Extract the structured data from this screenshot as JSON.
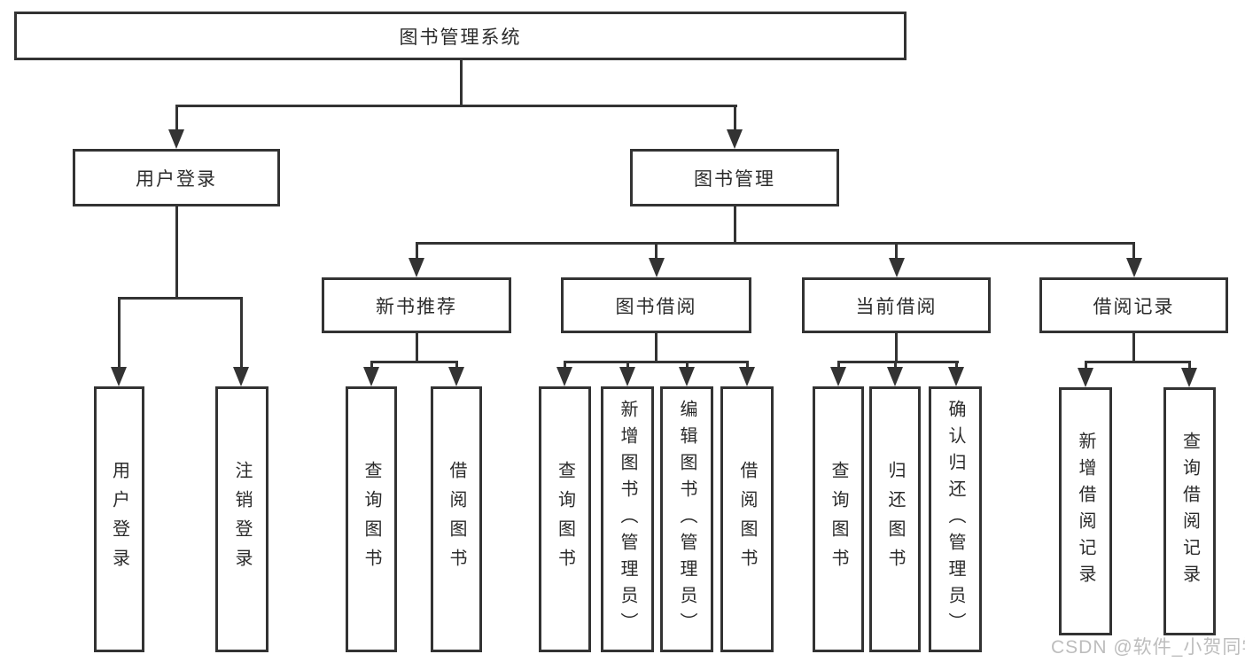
{
  "tree": {
    "root": {
      "label": "图书管理系统"
    },
    "user_login": {
      "label": "用户登录",
      "children": [
        "用户登录",
        "注销登录"
      ]
    },
    "book_mgmt": {
      "label": "图书管理"
    },
    "new_books": {
      "label": "新书推荐",
      "children": [
        "查询图书",
        "借阅图书"
      ]
    },
    "book_borrow": {
      "label": "图书借阅",
      "children": [
        "查询图书",
        "新增图书（管理员）",
        "编辑图书（管理员）",
        "借阅图书"
      ]
    },
    "current_borrow": {
      "label": "当前借阅",
      "children": [
        "查询图书",
        "归还图书",
        "确认归还（管理员）"
      ]
    },
    "borrow_records": {
      "label": "借阅记录",
      "children": [
        "新增借阅记录",
        "查询借阅记录"
      ]
    }
  },
  "watermark": {
    "text": "CSDN @软件_小贺同学"
  },
  "colors": {
    "line": "#333333",
    "text": "#2b2b2b",
    "watermark": "#bdbdbd",
    "background": "#ffffff"
  }
}
